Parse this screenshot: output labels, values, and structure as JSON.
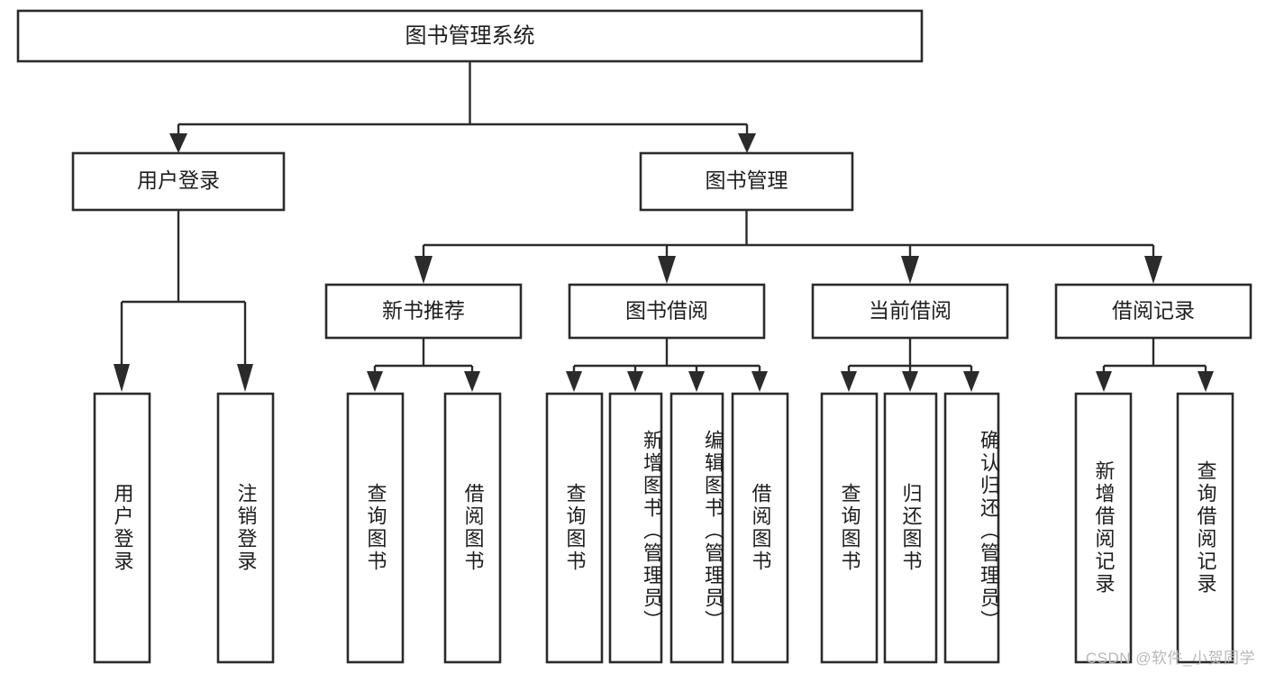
{
  "diagram": {
    "type": "tree-hierarchy",
    "title_node": {
      "label": "图书管理系统"
    },
    "level2": [
      {
        "id": "user-login",
        "label": "用户登录"
      },
      {
        "id": "book-management",
        "label": "图书管理"
      }
    ],
    "level3": [
      {
        "id": "new-book-recommend",
        "label": "新书推荐"
      },
      {
        "id": "book-borrow",
        "label": "图书借阅"
      },
      {
        "id": "current-borrow",
        "label": "当前借阅"
      },
      {
        "id": "borrow-record",
        "label": "借阅记录"
      }
    ],
    "leaves": {
      "user_login": [
        {
          "id": "leaf-user-login",
          "label": "用户登录"
        },
        {
          "id": "leaf-logout-login",
          "label": "注销登录"
        }
      ],
      "new_book_recommend": [
        {
          "id": "leaf-query-book-1",
          "label": "查询图书"
        },
        {
          "id": "leaf-borrow-book-1",
          "label": "借阅图书"
        }
      ],
      "book_borrow": [
        {
          "id": "leaf-query-book-2",
          "label": "查询图书"
        },
        {
          "id": "leaf-add-book",
          "label": "新增图书（管理员）"
        },
        {
          "id": "leaf-edit-book",
          "label": "编辑图书（管理员）"
        },
        {
          "id": "leaf-borrow-book-2",
          "label": "借阅图书"
        }
      ],
      "current_borrow": [
        {
          "id": "leaf-query-book-3",
          "label": "查询图书"
        },
        {
          "id": "leaf-return-book",
          "label": "归还图书"
        },
        {
          "id": "leaf-confirm-return",
          "label": "确认归还（管理员）"
        }
      ],
      "borrow_record": [
        {
          "id": "leaf-add-record",
          "label": "新增借阅记录"
        },
        {
          "id": "leaf-query-record",
          "label": "查询借阅记录"
        }
      ]
    }
  },
  "watermark": {
    "text": "CSDN @软件_小贺同学"
  },
  "colors": {
    "box_stroke": "#2b2b2b",
    "box_fill": "#ffffff",
    "text": "#1d1d1d",
    "background": "#ffffff",
    "watermark_text": "#b8b8b8"
  }
}
